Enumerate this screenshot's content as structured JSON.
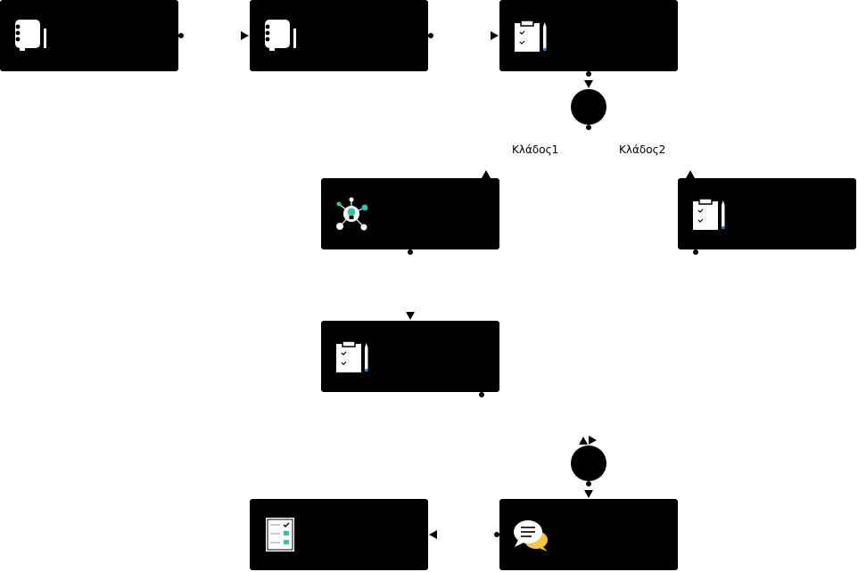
{
  "diagram": {
    "nodes": [
      {
        "id": "task-1",
        "icon": "notebook-icon"
      },
      {
        "id": "task-2",
        "icon": "notebook-icon"
      },
      {
        "id": "task-3",
        "icon": "clipboard-pencil-icon"
      },
      {
        "id": "task-4",
        "icon": "idea-network-icon"
      },
      {
        "id": "task-5",
        "icon": "clipboard-pencil-icon"
      },
      {
        "id": "task-6",
        "icon": "clipboard-pencil-icon"
      },
      {
        "id": "task-7",
        "icon": "chat-bubbles-icon"
      },
      {
        "id": "task-8",
        "icon": "checklist-icon"
      }
    ],
    "gateways": [
      {
        "id": "gateway-split"
      },
      {
        "id": "gateway-merge"
      }
    ],
    "branches": {
      "branch1": "Κλάδος1",
      "branch2": "Κλάδος2"
    },
    "colors": {
      "node_fill": "#000000",
      "icon_light": "#ffffff",
      "accent_teal": "#2ec4a9",
      "accent_blue": "#1e88e5",
      "accent_yellow": "#f5c542"
    }
  }
}
